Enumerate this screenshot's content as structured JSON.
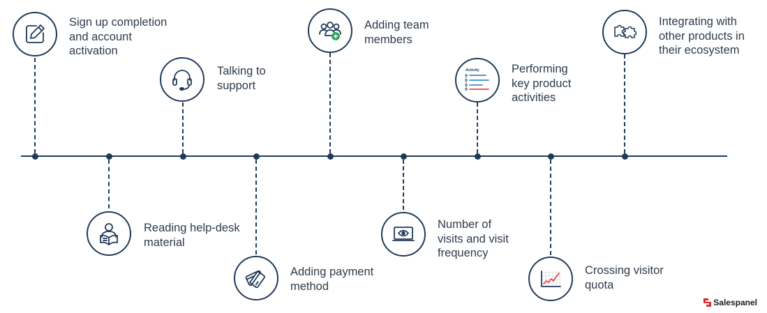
{
  "milestones": [
    {
      "label": "Sign up completion\nand account\nactivation",
      "icon": "pencil-edit-icon"
    },
    {
      "label": "Reading help-desk\nmaterial",
      "icon": "person-reading-icon"
    },
    {
      "label": "Talking to\nsupport",
      "icon": "headset-icon"
    },
    {
      "label": "Adding payment\nmethod",
      "icon": "payment-cards-icon"
    },
    {
      "label": "Adding team\nmembers",
      "icon": "team-add-icon"
    },
    {
      "label": "Number of\nvisits and visit\nfrequency",
      "icon": "monitor-eye-icon"
    },
    {
      "label": "Performing\nkey product\nactivities",
      "icon": "activity-list-icon",
      "icon_text": "Activity"
    },
    {
      "label": "Crossing visitor\nquota",
      "icon": "rising-chart-icon"
    },
    {
      "label": "Integrating with\nother products in\ntheir ecosystem",
      "icon": "puzzle-pieces-icon"
    }
  ],
  "brand": {
    "name": "Salespanel"
  },
  "colors": {
    "navy": "#1f3a57",
    "text": "#2e3a4a",
    "red": "#e5484d",
    "blue": "#3a8bd8",
    "green": "#27a35b"
  }
}
